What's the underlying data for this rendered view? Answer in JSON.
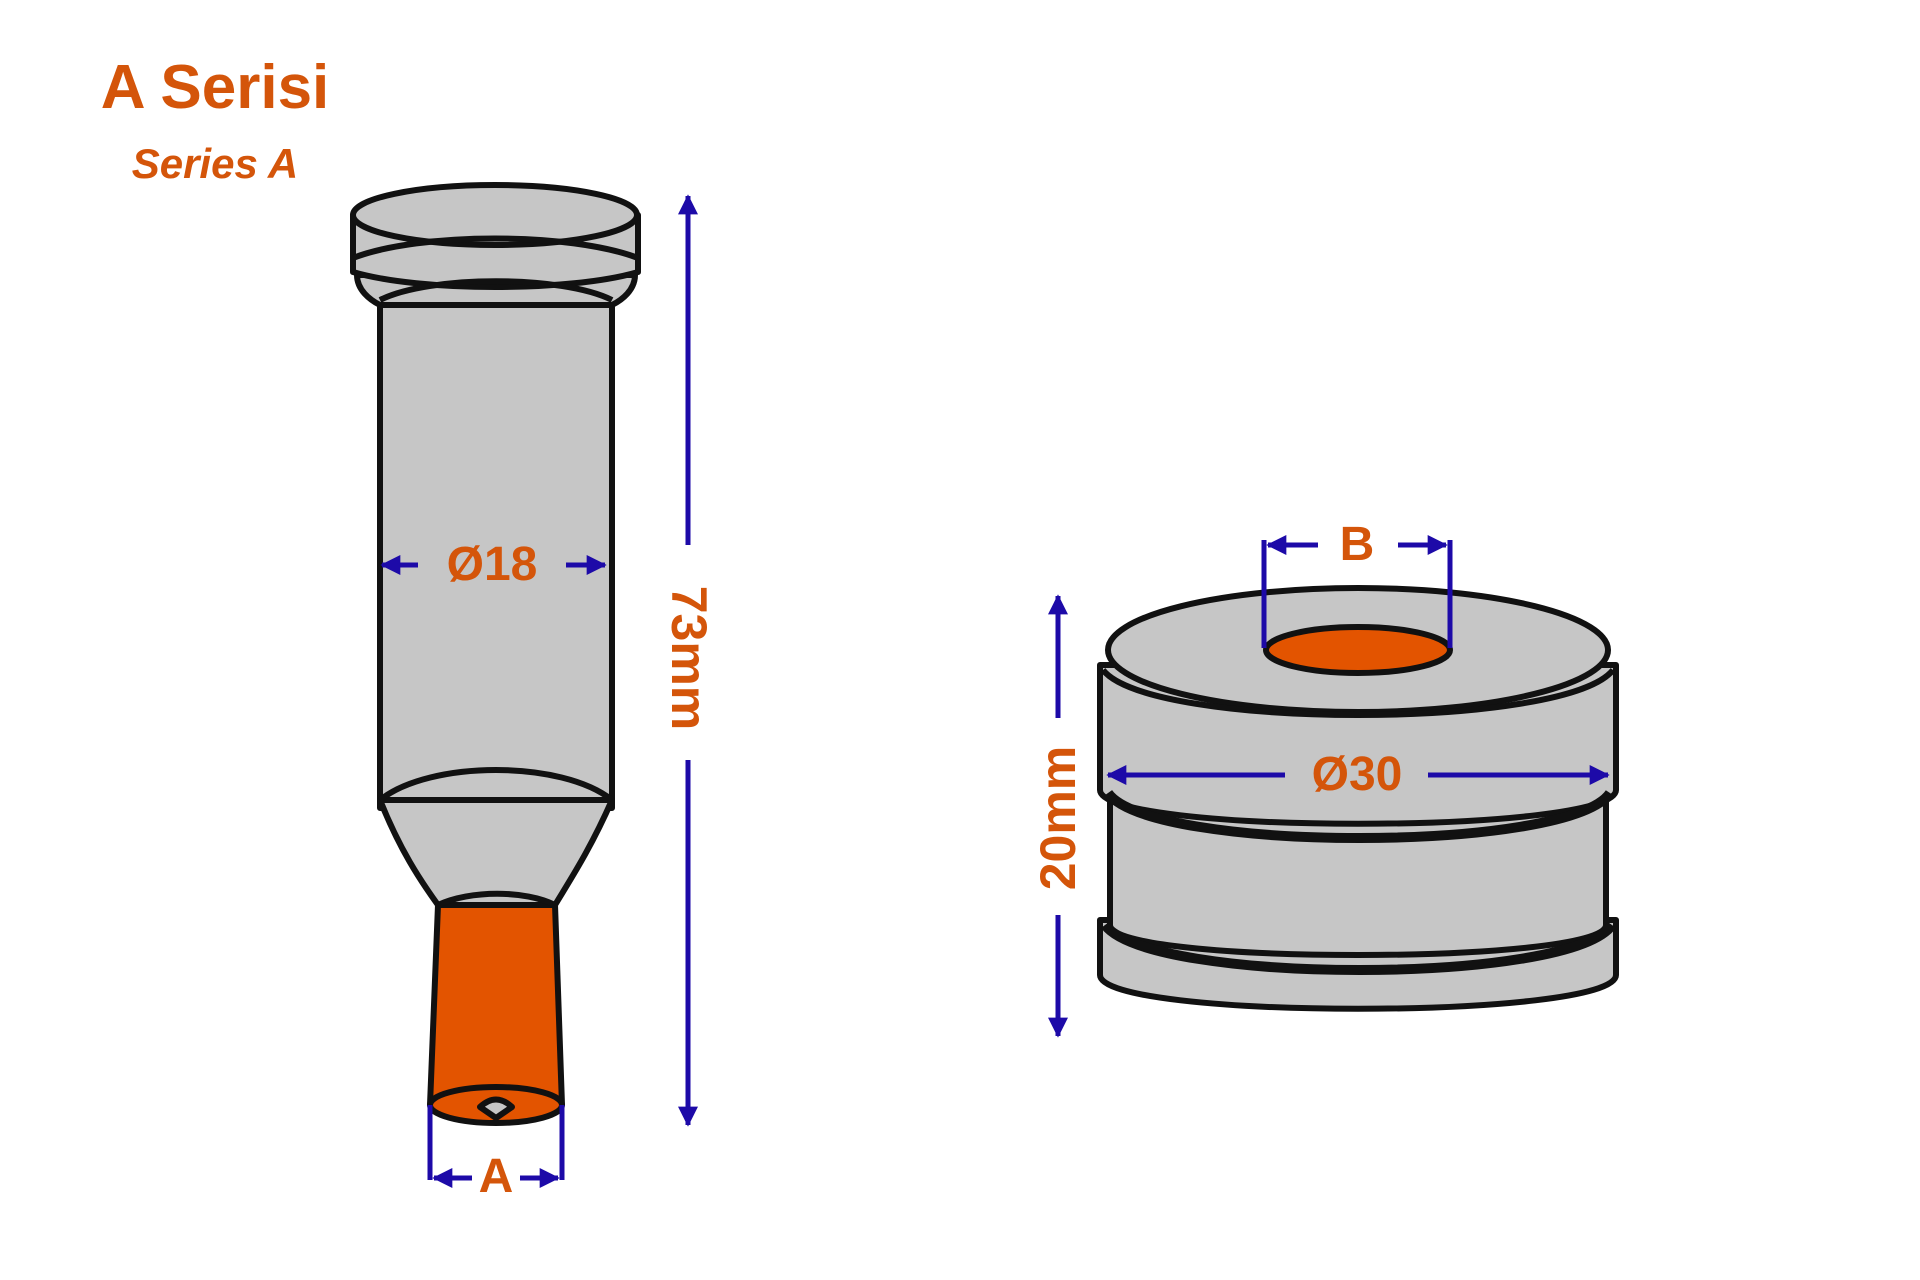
{
  "header": {
    "title": "A Serisi",
    "subtitle": "Series A"
  },
  "punch": {
    "diameter_label": "Ø18",
    "length_label": "73mm",
    "tip_label": "A"
  },
  "die": {
    "hole_label": "B",
    "diameter_label": "Ø30",
    "height_label": "20mm"
  },
  "colors": {
    "accent": "#d4550a",
    "tip": "#e35400",
    "body": "#c6c6c6",
    "outline": "#111111",
    "dimension": "#1d0aa8"
  }
}
